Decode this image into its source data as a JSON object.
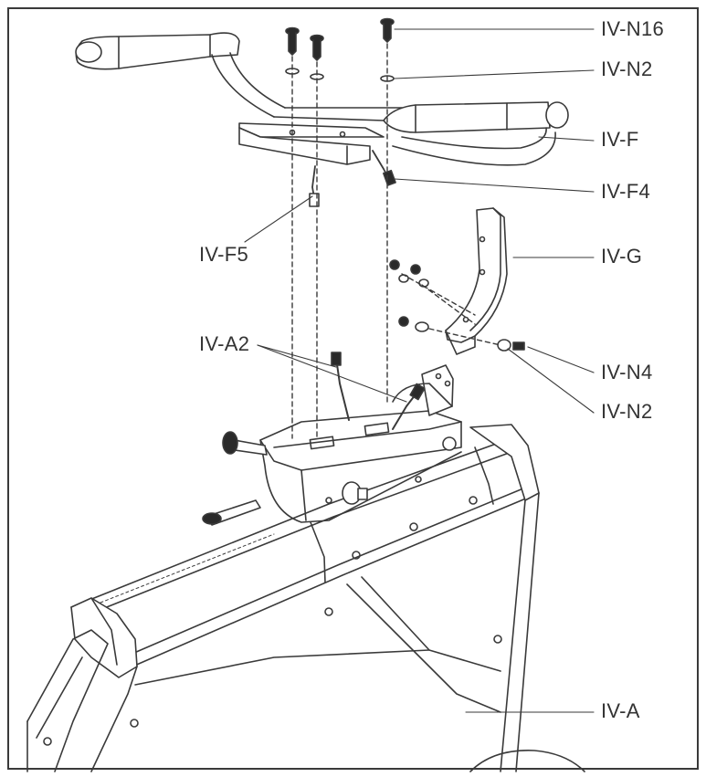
{
  "colors": {
    "line": "#3a3a3a",
    "part_fill": "#ffffff",
    "hardware_fill": "#2a2a2a"
  },
  "labels": {
    "iv_n16": "IV-N16",
    "iv_n2_top": "IV-N2",
    "iv_f": "IV-F",
    "iv_f4": "IV-F4",
    "iv_g": "IV-G",
    "iv_f5": "IV-F5",
    "iv_a2": "IV-A2",
    "iv_n4": "IV-N4",
    "iv_n2_side": "IV-N2",
    "iv_a": "IV-A"
  }
}
